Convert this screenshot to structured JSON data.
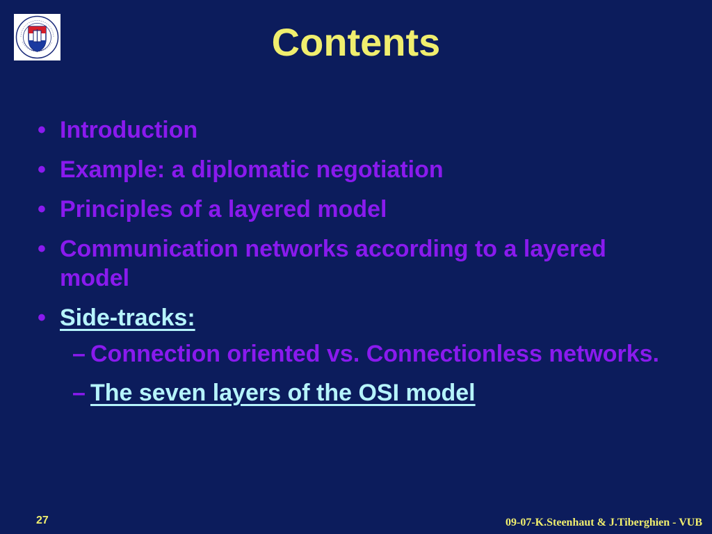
{
  "slide": {
    "title": "Contents",
    "logo_text": "VRIJE UNIVERSITEIT BRUSSEL · SCIENTIA VINCERE TENEBRAS",
    "bullets": [
      {
        "label": "Introduction"
      },
      {
        "label": "Example: a diplomatic negotiation"
      },
      {
        "label": "Principles of a layered model"
      },
      {
        "label": "Communication networks according to a layered model"
      },
      {
        "label": "Side-tracks:"
      }
    ],
    "sub_bullets": [
      {
        "label": "Connection oriented vs. Connectionless networks."
      },
      {
        "label": "The seven layers of the OSI model"
      }
    ],
    "bullet_glyph": "•",
    "dash_glyph": "–",
    "page_number": "27",
    "footer": "09-07-K.Steenhaut & J.Tiberghien - VUB"
  },
  "colors": {
    "background": "#0c1c5c",
    "title": "#f0ee6e",
    "bullet_text": "#8a1aee",
    "link_text": "#b6f4fb",
    "footer": "#f0ee6e"
  }
}
